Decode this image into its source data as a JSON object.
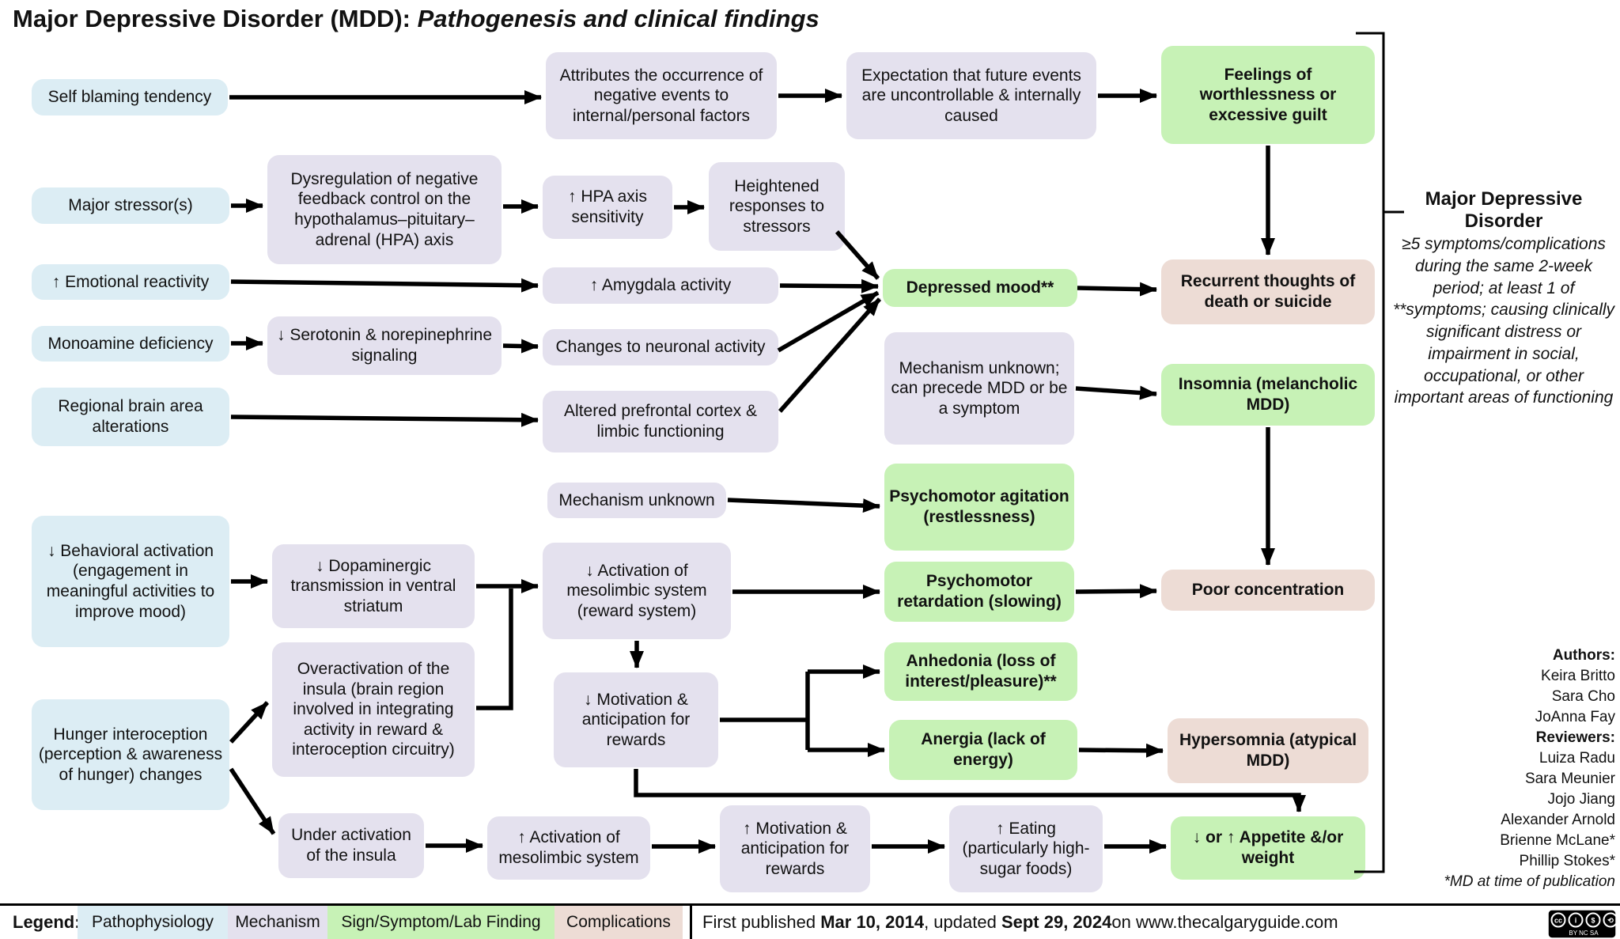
{
  "title": {
    "prefix": "Major Depressive Disorder (MDD): ",
    "italic": "Pathogenesis and clinical findings"
  },
  "nodes": {
    "self_blaming": {
      "label": "Self blaming tendency"
    },
    "attributes": {
      "label": "Attributes the occurrence of negative events to internal/personal factors"
    },
    "expectation": {
      "label": "Expectation that future events are uncontrollable & internally caused"
    },
    "feelings": {
      "label": "Feelings of worthlessness or excessive guilt"
    },
    "major_stressor": {
      "label": "Major stressor(s)"
    },
    "dysregulation": {
      "label": "Dysregulation of negative feedback control on the hypothalamus–pituitary–adrenal (HPA) axis"
    },
    "hpa_axis": {
      "label": "↑ HPA axis sensitivity"
    },
    "heightened": {
      "label": "Heightened responses to stressors"
    },
    "emotional_reactivity": {
      "label": "↑ Emotional reactivity"
    },
    "amygdala": {
      "label": "↑ Amygdala activity"
    },
    "depressed_mood": {
      "label": "Depressed mood**"
    },
    "recurrent_thoughts": {
      "label": "Recurrent thoughts of death or suicide"
    },
    "monoamine": {
      "label": "Monoamine deficiency"
    },
    "serotonin": {
      "label": "↓ Serotonin & norepinephrine signaling"
    },
    "neuronal": {
      "label": "Changes to neuronal activity"
    },
    "regional_brain": {
      "label": "Regional brain area alterations"
    },
    "prefrontal": {
      "label": "Altered prefrontal cortex & limbic functioning"
    },
    "mech_unknown_mid": {
      "label": "Mechanism unknown; can precede MDD or be a symptom"
    },
    "insomnia": {
      "label": "Insomnia (melancholic MDD)"
    },
    "mech_unknown": {
      "label": "Mechanism unknown"
    },
    "psychomotor_agitation": {
      "label": "Psychomotor agitation (restlessness)"
    },
    "psychomotor_retardation": {
      "label": "Psychomotor retardation (slowing)"
    },
    "poor_concentration": {
      "label": "Poor concentration"
    },
    "behavioral_activation": {
      "label": "↓ Behavioral activation (engagement in meaningful activities to improve mood)"
    },
    "dopaminergic": {
      "label": "↓ Dopaminergic transmission in ventral striatum"
    },
    "activation_mesolimbic_down": {
      "label": "↓ Activation of mesolimbic system (reward system)"
    },
    "motivation_down": {
      "label": "↓ Motivation & anticipation for rewards"
    },
    "anhedonia": {
      "label": "Anhedonia (loss of interest/pleasure)**"
    },
    "anergia": {
      "label": "Anergia (lack of energy)"
    },
    "hypersomnia": {
      "label": "Hypersomnia (atypical MDD)"
    },
    "overactivation": {
      "label": "Overactivation of the insula (brain region involved in integrating activity in reward & interoception circuitry)"
    },
    "hunger_interoception": {
      "label": "Hunger interoception (perception & awareness of hunger) changes"
    },
    "underactivation": {
      "label": "Under activation of the insula"
    },
    "activation_mesolimbic_up": {
      "label": "↑ Activation of mesolimbic system"
    },
    "motivation_up": {
      "label": "↑ Motivation & anticipation for rewards"
    },
    "eating": {
      "label": "↑ Eating (particularly high-sugar foods)"
    },
    "appetite": {
      "label": "↓ or ↑ Appetite &/or weight"
    }
  },
  "side_panel": {
    "title": "Major Depressive Disorder",
    "definition": "≥5 symptoms/complications during the same 2-week period; at least 1 of **symptoms; causing clinically significant distress or impairment in social, occupational, or other important areas of functioning"
  },
  "credits": {
    "authors_label": "Authors:",
    "authors": [
      "Keira Britto",
      "Sara Cho",
      "JoAnna Fay"
    ],
    "reviewers_label": "Reviewers:",
    "reviewers": [
      "Luiza Radu",
      "Sara Meunier",
      "Jojo Jiang",
      "Alexander Arnold",
      "Brienne McLane*",
      "Phillip Stokes*"
    ],
    "note": "*MD at time of publication"
  },
  "legend": {
    "label": "Legend:",
    "items": [
      {
        "label": "Pathophysiology",
        "color": "#dcedf4"
      },
      {
        "label": "Mechanism",
        "color": "#e4e1ee"
      },
      {
        "label": "Sign/Symptom/Lab Finding",
        "color": "#c7f2b6"
      },
      {
        "label": "Complications",
        "color": "#eddcd5"
      }
    ]
  },
  "footer": {
    "pub_prefix": "First published ",
    "pub_date1": "Mar 10, 2014",
    "pub_mid": ", updated ",
    "pub_date2": "Sept 29, 2024",
    "pub_suffix": " on www.thecalgaryguide.com"
  },
  "cc_badge": {
    "label": "BY NC SA"
  },
  "colors": {
    "pathophysiology": "#dcedf4",
    "mechanism": "#e4e1ee",
    "sign_symptom": "#c7f2b6",
    "complications": "#eddcd5",
    "arrow": "#000000"
  }
}
